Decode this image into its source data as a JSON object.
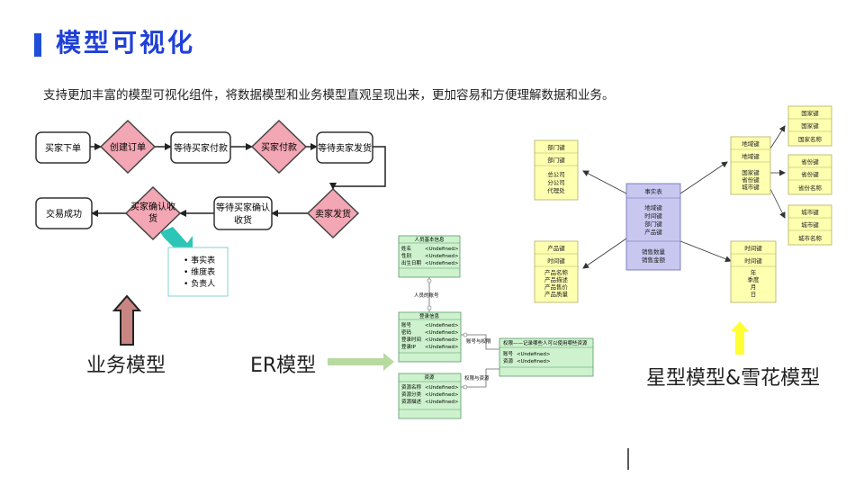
{
  "header": {
    "title": "模型可视化",
    "subtitle": "支持更加丰富的模型可视化组件，将数据模型和业务模型直观呈现出来，更加容易和方便理解数据和业务。"
  },
  "labels": {
    "business_model": "业务模型",
    "er_model": "ER模型",
    "star_model": "星型模型&雪花模型"
  },
  "flow": {
    "nodes": {
      "buyer_order": "买家下单",
      "create_order": "创建订单",
      "wait_buyer_pay": "等待买家付款",
      "buyer_pay": "买家付款",
      "wait_seller_ship": "等待卖家发货",
      "seller_ship": "卖家发货",
      "wait_buyer_confirm_1": "等待买家确认",
      "wait_buyer_confirm_2": "收货",
      "buyer_confirm_1": "买家确认收",
      "buyer_confirm_2": "货",
      "deal_success": "交易成功"
    },
    "list": [
      "• 事实表",
      "• 维度表",
      "• 负责人"
    ]
  },
  "er": {
    "person": {
      "title": "人员基本信息",
      "rows": [
        [
          "姓名",
          "<Undefined>"
        ],
        [
          "性别",
          "<Undefined>"
        ],
        [
          "出生日期",
          "<Undefined>"
        ]
      ]
    },
    "rel1": "人员的账号",
    "account": {
      "title": "登录信息",
      "rows": [
        [
          "账号",
          "<Undefined>"
        ],
        [
          "密码",
          "<Undefined>"
        ],
        [
          "登录时间",
          "<Undefined>"
        ],
        [
          "登录IP",
          "<Undefined>"
        ]
      ]
    },
    "rel2": "账号与权限",
    "perm": {
      "title": "权限——记录哪些人可以使用哪些资源",
      "rows": [
        [
          "账号",
          "<Undefined>"
        ],
        [
          "资源",
          "<Undefined>"
        ]
      ]
    },
    "rel3": "权限与资源",
    "resource": {
      "title": "资源",
      "rows": [
        [
          "资源名称",
          "<Undefined>"
        ],
        [
          "资源分类",
          "<Undefined>"
        ],
        [
          "资源描述",
          "<Undefined>"
        ]
      ]
    }
  },
  "star": {
    "fact": {
      "title": "事实表",
      "keys": [
        "地域键",
        "时间键",
        "部门键",
        "产品键"
      ],
      "measures": [
        "销售数量",
        "销售金额"
      ]
    },
    "dept": {
      "pk": "部门键",
      "fk": "部门键",
      "attrs": [
        "总公司",
        "分公司",
        "代理处"
      ]
    },
    "product": {
      "pk": "产品键",
      "fk": "时间键",
      "attrs": [
        "产品名称",
        "产品描述",
        "产品售价",
        "产品质量"
      ]
    },
    "region": {
      "pk": "地域键",
      "fk": "地域键",
      "attrs": [
        "国家键",
        "省份键",
        "城市键"
      ]
    },
    "time": {
      "pk": "时间键",
      "fk": "时间键",
      "attrs": [
        "年",
        "季度",
        "月",
        "日"
      ]
    },
    "country": [
      "国家键",
      "国家键",
      "国家名称"
    ],
    "province": [
      "省份键",
      "省份键",
      "省份名称"
    ],
    "city": [
      "城市键",
      "城市键",
      "城市名称"
    ]
  },
  "colors": {
    "accent": "#2040d8",
    "diamond": "#f3a6b4",
    "teal": "#2cc6b8",
    "er_fill": "#cdf2cd",
    "star_fill": "#ffffb0",
    "fact_fill": "#c7c7f0",
    "arrow_brown": "#c98582",
    "arrow_green": "#b8d9a0",
    "arrow_yellow": "#ffff33"
  }
}
